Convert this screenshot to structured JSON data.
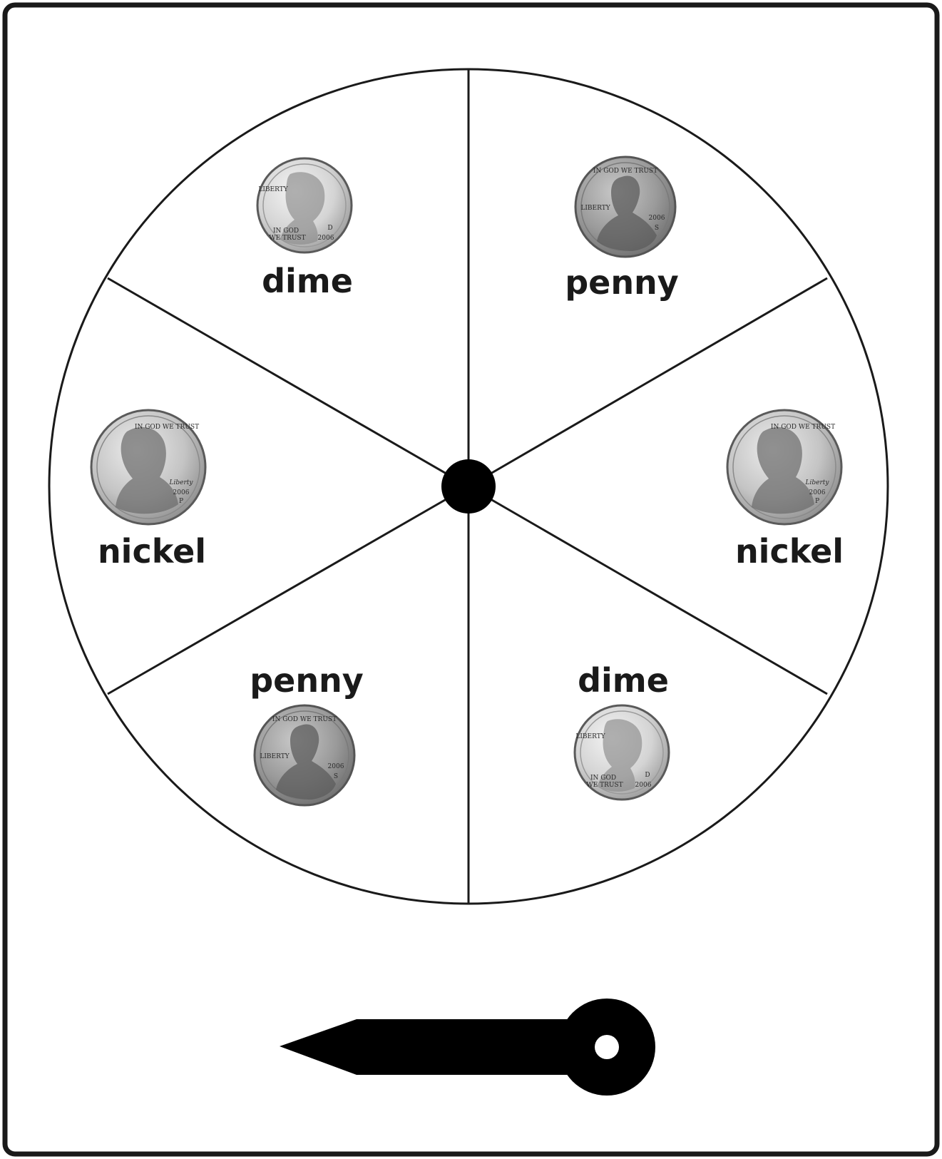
{
  "sections": [
    {
      "label": "penny",
      "coin": "penny-coin"
    },
    {
      "label": "nickel",
      "coin": "nickel-coin"
    },
    {
      "label": "dime",
      "coin": "dime-coin"
    },
    {
      "label": "penny",
      "coin": "penny-coin"
    },
    {
      "label": "nickel",
      "coin": "nickel-coin"
    },
    {
      "label": "dime",
      "coin": "dime-coin"
    }
  ],
  "coins": {
    "penny": {
      "motto": "IN GOD WE TRUST",
      "word": "LIBERTY",
      "year": "2006",
      "mint": "S"
    },
    "nickel": {
      "motto": "IN GOD WE TRUST",
      "word": "Liberty",
      "year": "2006",
      "mint": "P"
    },
    "dime": {
      "motto_line1": "IN GOD",
      "motto_line2": "WE TRUST",
      "word": "LIBERTY",
      "year": "2006",
      "mint": "D"
    }
  },
  "colors": {
    "line": "#1a1a1a",
    "fill": "#000000",
    "penny_metal": "#9a9a9a",
    "nickel_metal": "#c4c4c4",
    "dime_metal": "#d4d4d4"
  }
}
